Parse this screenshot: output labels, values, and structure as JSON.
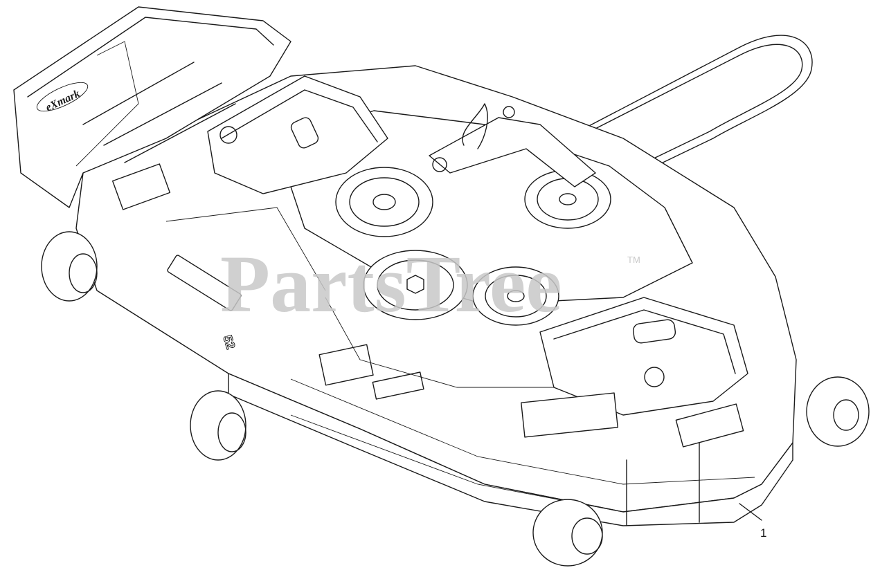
{
  "watermark": {
    "text": "PartsTree",
    "trademark": "TM"
  },
  "logo": {
    "text": "eXmark"
  },
  "deck_badge": {
    "text": "52"
  },
  "callouts": [
    {
      "label": "1"
    }
  ]
}
